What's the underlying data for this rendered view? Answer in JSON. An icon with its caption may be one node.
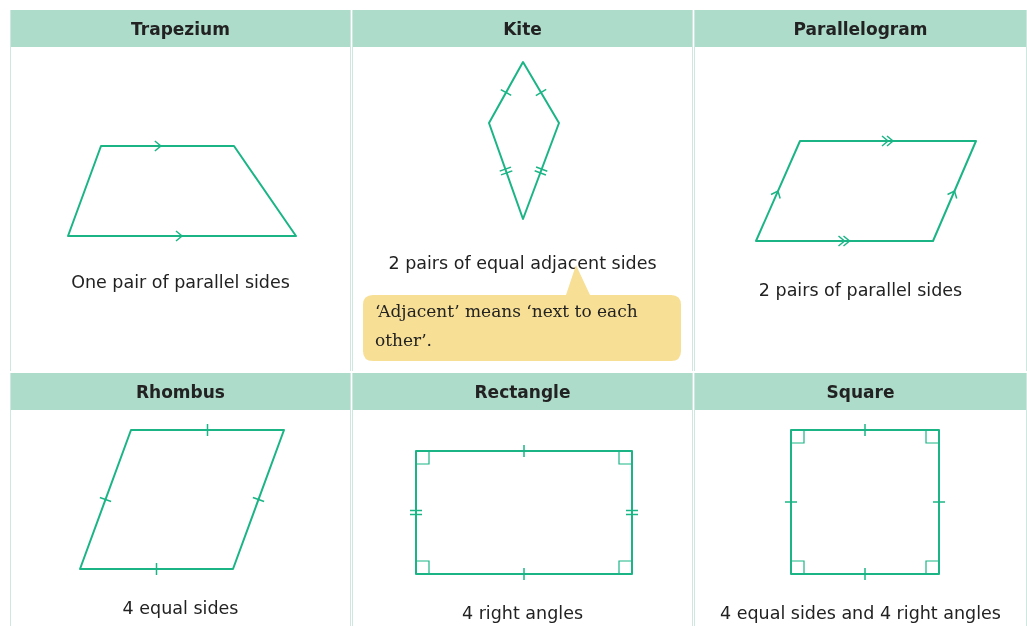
{
  "diagram": {
    "nodes": [
      {
        "text": [
          "Trapezium",
          "One pair of parallel sides"
        ]
      },
      {
        "text": [
          "Kite",
          "2 pairs of equal adjacent sides"
        ]
      },
      {
        "text": [
          "Parallelogram",
          "2 pairs of parallel sides"
        ]
      },
      {
        "text": [
          "Rhombus",
          "4 equal sides"
        ]
      },
      {
        "text": [
          "Rectangle",
          "4 right angles"
        ]
      },
      {
        "text": [
          "Square",
          "4 equal sides and 4 right angles"
        ]
      },
      {
        "text": [
          "‘Adjacent’ means ‘next to each other’."
        ],
        "in": 1
      }
    ]
  }
}
